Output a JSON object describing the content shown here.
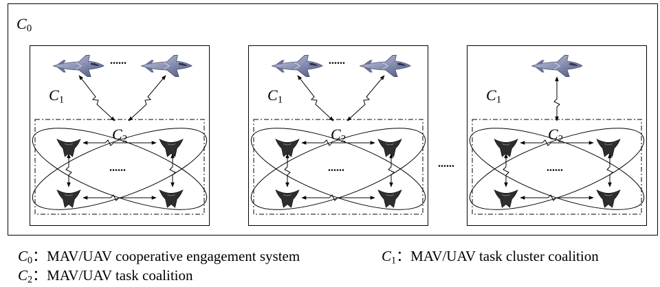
{
  "system_label": {
    "letter": "C",
    "sub": "0"
  },
  "panels": [
    {
      "c1": {
        "letter": "C",
        "sub": "1"
      },
      "c2": {
        "letter": "C",
        "sub": "2"
      },
      "mav_dots": "......",
      "uav_dots": "......"
    },
    {
      "c1": {
        "letter": "C",
        "sub": "1"
      },
      "c2": {
        "letter": "C",
        "sub": "2"
      },
      "mav_dots": "......",
      "uav_dots": "......"
    },
    {
      "c1": {
        "letter": "C",
        "sub": "1"
      },
      "c2": {
        "letter": "C",
        "sub": "2"
      },
      "uav_dots": "......"
    }
  ],
  "between_panels_dots": "......",
  "legend": {
    "c0": {
      "letter": "C",
      "sub": "0",
      "text": "：MAV/UAV cooperative engagement system"
    },
    "c1": {
      "letter": "C",
      "sub": "1",
      "text": "：MAV/UAV task cluster coalition"
    },
    "c2": {
      "letter": "C",
      "sub": "2",
      "text": "：MAV/UAV task coalition"
    }
  },
  "icons": {
    "mav": "fighter-jet-icon",
    "uav": "flying-wing-drone-icon"
  }
}
